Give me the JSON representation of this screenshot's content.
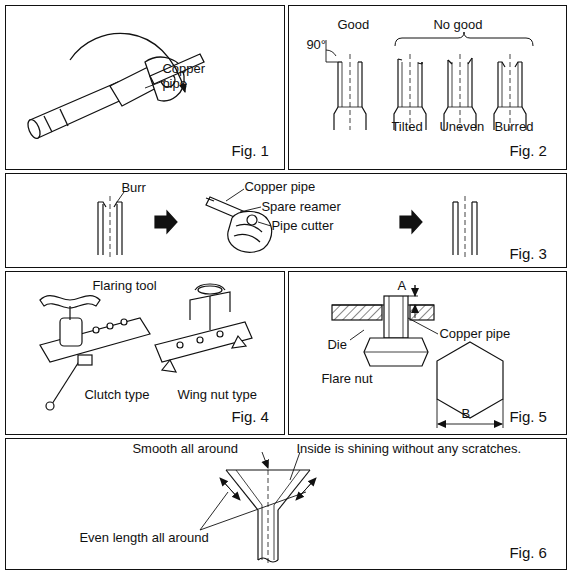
{
  "diagram": {
    "nodes": [
      {
        "text": [
          "Copper pipe",
          "Fig. 1"
        ]
      },
      {
        "text": [
          "Good",
          "90°",
          "No good",
          "Tilted",
          "Uneven",
          "Burred",
          "Fig. 2"
        ]
      },
      {
        "text": [
          "Burr",
          "Copper pipe",
          "Spare reamer",
          "Pipe cutter",
          "Fig. 3"
        ]
      },
      {
        "text": [
          "Flaring tool",
          "Clutch type",
          "Wing nut type",
          "Fig. 4"
        ]
      },
      {
        "text": [
          "A",
          "Copper pipe",
          "Die",
          "Flare nut",
          "B",
          "Fig. 5"
        ]
      },
      {
        "text": [
          "Smooth all around",
          "Inside is shining without any scratches.",
          "Even length all around",
          "Fig. 6"
        ]
      }
    ]
  }
}
